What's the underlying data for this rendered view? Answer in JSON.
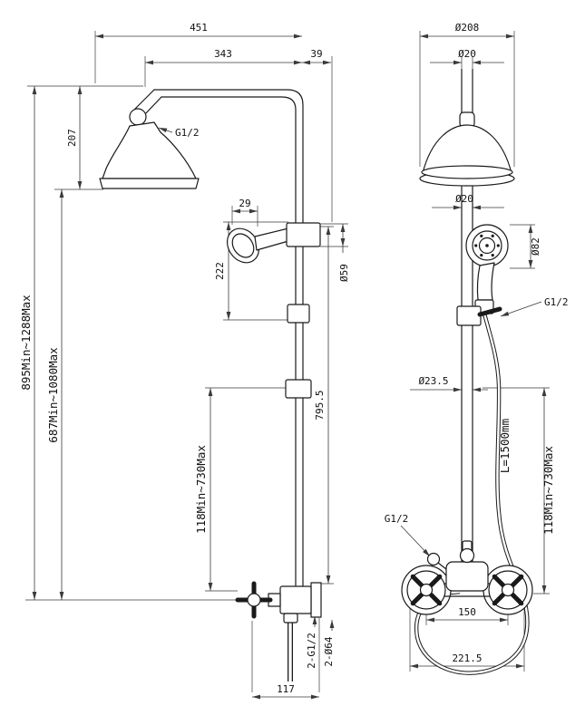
{
  "meta": {
    "ink_color": "#1a1a1a",
    "dim_color": "#3a3a3a",
    "background": "#ffffff"
  },
  "side_view": {
    "dim_overall_width": "451",
    "dim_arm_reach": "343",
    "dim_wall_offset": "39",
    "dim_head_drop": "207",
    "head_thread": "G1/2",
    "dim_holder_width": "29",
    "dim_handset_drop": "222",
    "dim_bracket_flange": "Ø59",
    "dim_column_length": "795.5",
    "dim_overall_height": "895Min~1288Max",
    "dim_riser_height": "687Min~1080Max",
    "dim_lower_adjust": "118Min~730Max",
    "outlet_threads": "2-G1/2",
    "dim_escutcheons": "2-Ø64",
    "dim_spout_reach": "117"
  },
  "front_view": {
    "dim_head_diameter": "Ø208",
    "dim_top_pipe_diameter": "Ø20",
    "dim_mid_pipe_diameter": "Ø20",
    "dim_handset_diameter": "Ø82",
    "slider_thread": "G1/2",
    "dim_column_diameter": "Ø23.5",
    "hose_length": "L=1500mm",
    "dim_lower_adjust": "118Min~730Max",
    "inlet_thread": "G1/2",
    "dim_handle_centers": "150",
    "dim_valve_width": "221.5"
  }
}
